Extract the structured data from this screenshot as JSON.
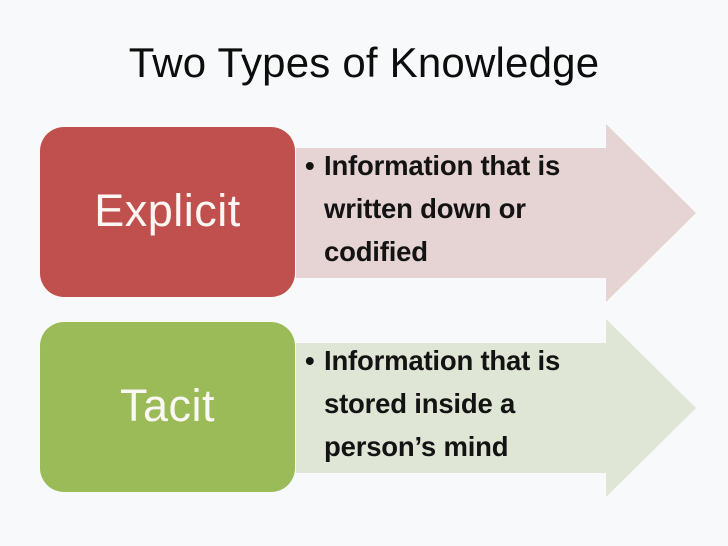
{
  "slide": {
    "title": "Two Types of Knowledge",
    "background_color": "#f7f9fa"
  },
  "rows": [
    {
      "id": "explicit",
      "label": "Explicit",
      "label_box_color": "#c0504d",
      "label_text_color": "#fbf7f4",
      "arrow_fill_color": "#e6d3d3",
      "bullet_glyph": "•",
      "bullet_text": "Information that is written down or codified",
      "bullet_lines": [
        "Information that is",
        "written down or",
        "codified"
      ]
    },
    {
      "id": "tacit",
      "label": "Tacit",
      "label_box_color": "#9bbb59",
      "label_text_color": "#fbf7f4",
      "arrow_fill_color": "#e0e6d5",
      "bullet_glyph": "•",
      "bullet_text": "Information that is stored inside a person’s mind",
      "bullet_lines": [
        "Information that is",
        "stored inside a",
        "person’s mind"
      ]
    }
  ]
}
